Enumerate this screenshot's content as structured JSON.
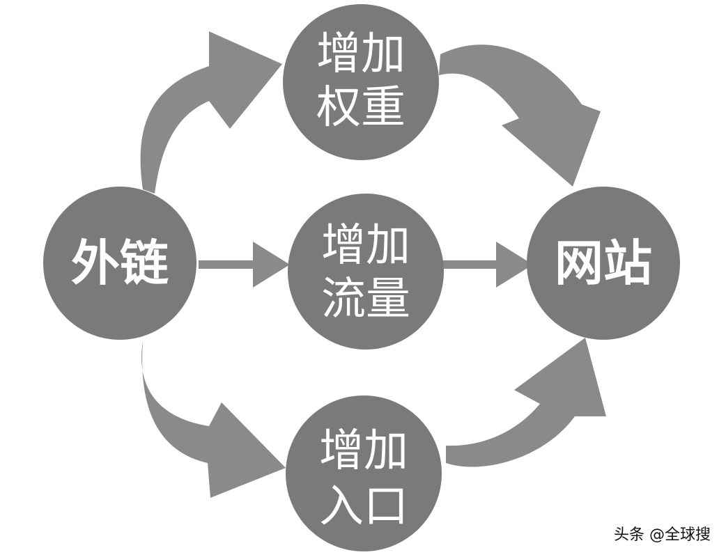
{
  "nodes": {
    "source": {
      "label": "外链"
    },
    "weight": {
      "line1": "增加",
      "line2": "权重"
    },
    "traffic": {
      "line1": "增加",
      "line2": "流量"
    },
    "entry": {
      "line1": "增加",
      "line2": "入口"
    },
    "target": {
      "label": "网站"
    }
  },
  "watermark": "头条 @全球搜"
}
